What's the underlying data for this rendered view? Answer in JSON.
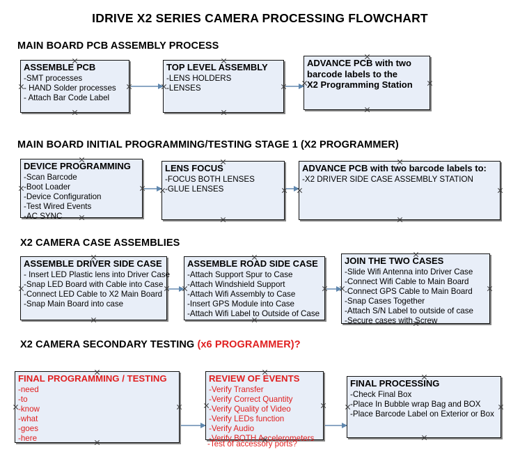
{
  "document": {
    "title": "IDRIVE X2  SERIES CAMERA PROCESSING FLOWCHART"
  },
  "sections": [
    {
      "id": "main-board-pcb-assembly",
      "heading": "MAIN BOARD PCB ASSEMBLY PROCESS",
      "heading_accent": "",
      "nodes": [
        {
          "id": "assemble-pcb",
          "title": "ASSEMBLE PCB",
          "lines": [
            "-SMT processes",
            "- HAND Solder processes",
            "- Attach Bar Code Label"
          ],
          "color": "black"
        },
        {
          "id": "top-level-assembly",
          "title": "TOP LEVEL ASSEMBLY",
          "lines": [
            "-LENS HOLDERS",
            "-LENSES"
          ],
          "color": "black"
        },
        {
          "id": "advance-pcb-programming-station",
          "title": "ADVANCE PCB with two",
          "lines": [
            "barcode labels to the",
            " X2 Programming Station"
          ],
          "title_is_wrapped": true,
          "color": "black"
        }
      ]
    },
    {
      "id": "main-board-initial-programming",
      "heading": "MAIN BOARD INITIAL PROGRAMMING/TESTING STAGE 1 (X2 PROGRAMMER)",
      "heading_accent": "",
      "nodes": [
        {
          "id": "device-programming",
          "title": "DEVICE PROGRAMMING",
          "lines": [
            "-Scan Barcode",
            "-Boot Loader",
            "-Device Configuration",
            "-Test Wired Events",
            "-AC SYNC"
          ],
          "color": "black"
        },
        {
          "id": "lens-focus",
          "title": "LENS FOCUS",
          "lines": [
            "-FOCUS BOTH LENSES",
            "-GLUE LENSES"
          ],
          "color": "black"
        },
        {
          "id": "advance-pcb-driver-side-station",
          "title": "ADVANCE PCB with two barcode labels to:",
          "lines": [
            "-X2 DRIVER  SIDE  CASE  ASSEMBLY STATION"
          ],
          "color": "black"
        }
      ]
    },
    {
      "id": "x2-camera-case-assemblies",
      "heading": "X2 CAMERA CASE ASSEMBLIES",
      "heading_accent": "",
      "nodes": [
        {
          "id": "assemble-driver-side-case",
          "title": "ASSEMBLE DRIVER SIDE CASE",
          "lines": [
            "- Insert LED Plastic lens into Driver Case",
            "-Snap LED Board with Cable into Case",
            "-Connect LED Cable to X2 Main Board",
            "-Snap Main Board into case"
          ],
          "color": "black"
        },
        {
          "id": "assemble-road-side-case",
          "title": "ASSEMBLE ROAD SIDE CASE",
          "lines": [
            "-Attach Support Spur to Case",
            "-Attach Windshield Support",
            "-Attach Wifi Assembly to Case",
            "-Insert GPS Module into Case",
            "-Attach Wifi Label to Outside of Case"
          ],
          "color": "black"
        },
        {
          "id": "join-the-two-cases",
          "title": "JOIN THE TWO CASES",
          "lines": [
            "-Slide Wifi Antenna into Driver Case",
            "-Connect Wifi Cable to Main Board",
            "-Connect GPS Cable to Main Board",
            "-Snap Cases Together",
            "-Attach S/N Label to outside of case",
            "-Secure cases with Screw"
          ],
          "color": "black"
        }
      ]
    },
    {
      "id": "x2-camera-secondary-testing",
      "heading": "X2 CAMERA SECONDARY TESTING ",
      "heading_accent": "(x6 PROGRAMMER)?",
      "nodes": [
        {
          "id": "final-programming-testing",
          "title": "FINAL PROGRAMMING / TESTING",
          "lines": [
            "-need",
            "-to",
            "-know",
            "-what",
            "-goes",
            "-here"
          ],
          "color": "red"
        },
        {
          "id": "review-of-events",
          "title": "REVIEW OF EVENTS",
          "lines": [
            "-Verify Transfer",
            "-Verify Correct Quantity",
            "-Verify Quality of Video",
            "-Verify LEDs function",
            "-Verify Audio",
            "-Verify BOTH Accelerometers"
          ],
          "overflow_line": "-Test of accessory ports?",
          "color": "red"
        },
        {
          "id": "final-processing",
          "title": "FINAL PROCESSING",
          "lines": [
            " -Check Final Box",
            "-Place In Bubble wrap Bag and BOX",
            "-Place Barcode Label on Exterior or Box"
          ],
          "color": "black"
        }
      ]
    }
  ],
  "colors": {
    "node_fill": "#e8eef8",
    "node_border": "#111111",
    "connector": "#8ba7c4",
    "accent_red": "#e02020",
    "text": "#000000"
  }
}
